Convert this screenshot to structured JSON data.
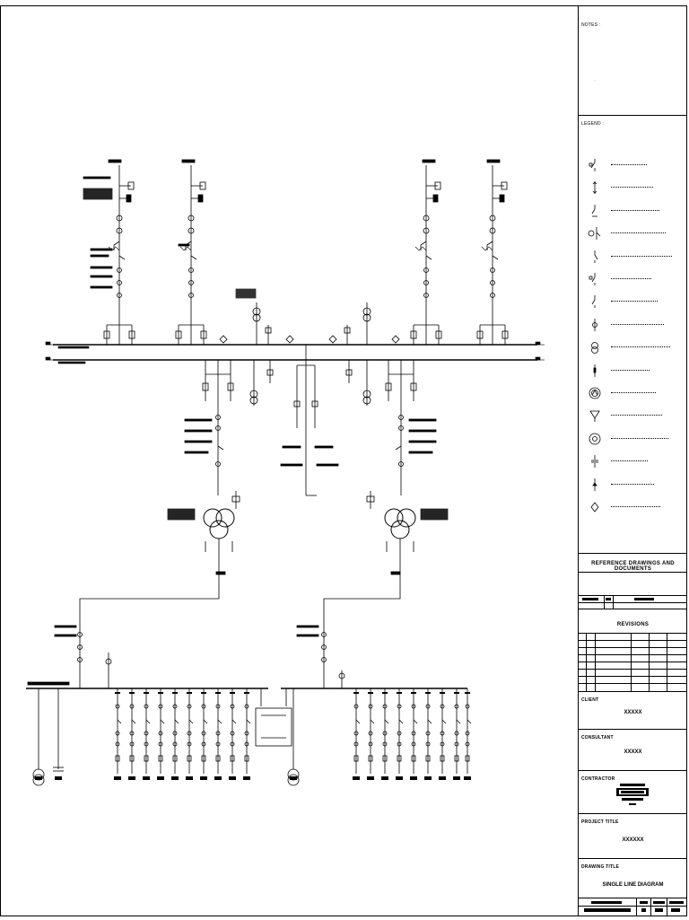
{
  "title_block": {
    "notes_label": "NOTES :",
    "legend_label": "LEGEND :",
    "legend_items": [
      {
        "icon": "circuit-breaker-symbol"
      },
      {
        "icon": "withdrawable-breaker-symbol"
      },
      {
        "icon": "motorized-earthing-switch-symbol"
      },
      {
        "icon": "high-speed-earthing-switch-symbol"
      },
      {
        "icon": "manual-earthing-switch-symbol"
      },
      {
        "icon": "motorized-isolator-switch-symbol"
      },
      {
        "icon": "earthing-switch-symbol"
      },
      {
        "icon": "current-transformer-symbol"
      },
      {
        "icon": "voltage-transformer-symbol"
      },
      {
        "icon": "surge-arrester-symbol"
      },
      {
        "icon": "power-transformer-symbol"
      },
      {
        "icon": "vt-protective-fuse-symbol"
      },
      {
        "icon": "auxiliary-transformer-symbol"
      },
      {
        "icon": "capacitor-bank-symbol"
      },
      {
        "icon": "cable-sealing-end-symbol"
      },
      {
        "icon": "spark-gap-symbol"
      }
    ],
    "reference_heading": "REFERENCE DRAWINGS AND DOCUMENTS",
    "revisions_heading": "REVISIONS",
    "client_label": "CLIENT",
    "client_value": "XXXXX",
    "consultant_label": "CONSULTANT",
    "consultant_value": "XXXXX",
    "contractor_label": "CONTRACTOR",
    "project_label": "PROJECT TITLE",
    "project_value": "XXXXXX",
    "drawing_title_label": "DRAWING TITLE",
    "drawing_title_value": "SINGLE LINE DIAGRAM"
  }
}
